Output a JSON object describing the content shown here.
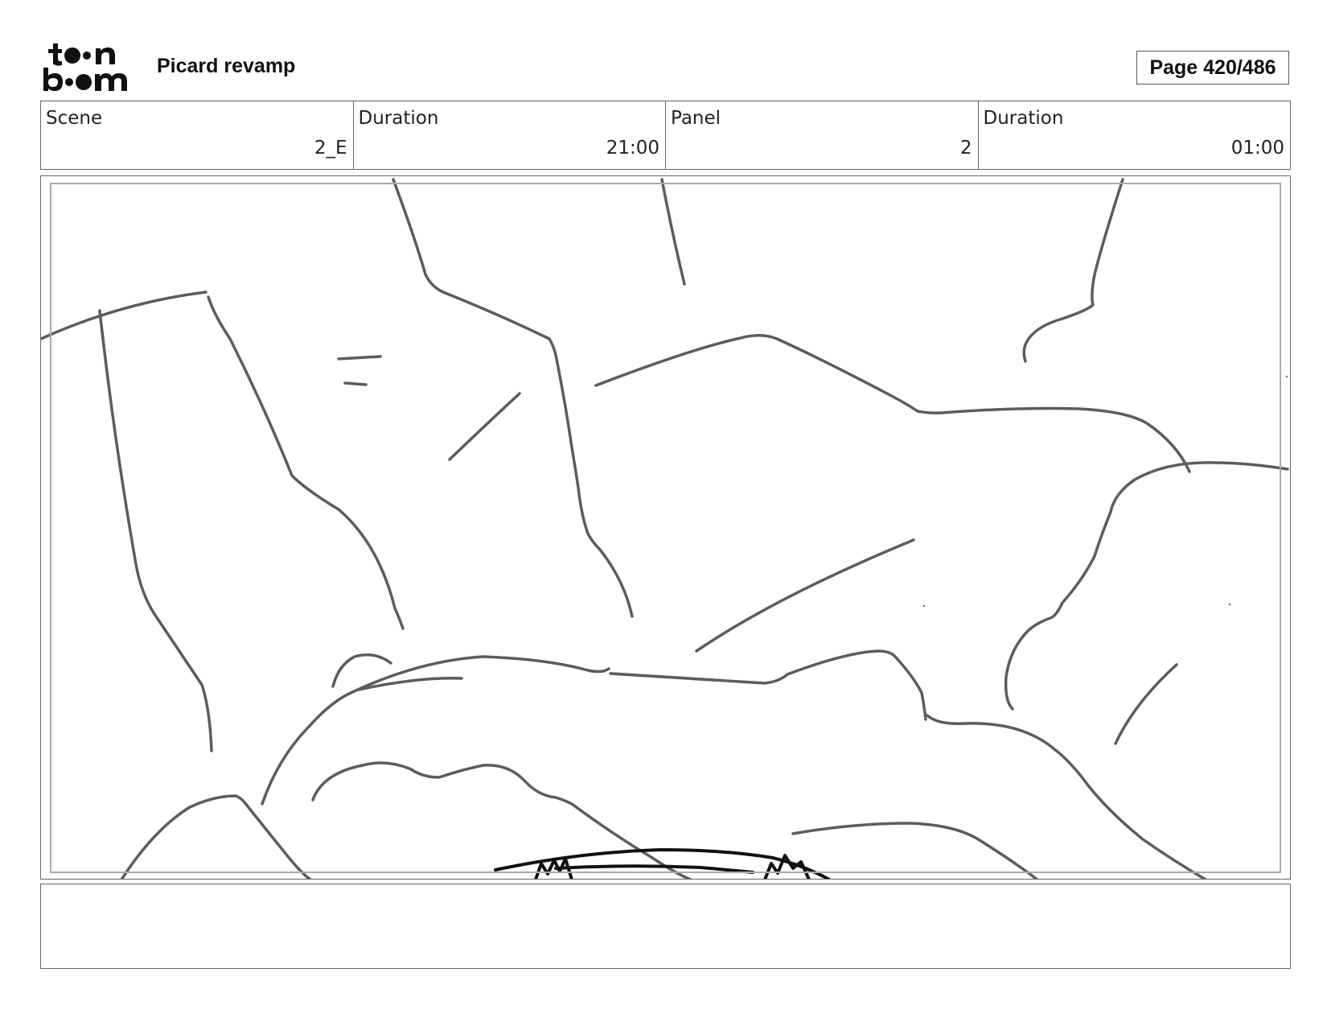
{
  "header": {
    "logo_text": "toon boom",
    "project_title": "Picard revamp",
    "page_label": "Page 420/486"
  },
  "info": [
    {
      "label": "Scene",
      "value": "2_E"
    },
    {
      "label": "Duration",
      "value": "21:00"
    },
    {
      "label": "Panel",
      "value": "2"
    },
    {
      "label": "Duration",
      "value": "01:00"
    }
  ],
  "notes": {
    "text": ""
  }
}
